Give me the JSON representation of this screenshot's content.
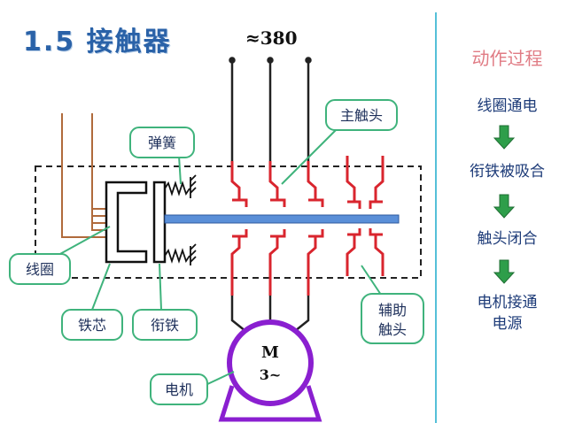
{
  "title": "1.5 接触器",
  "supply_label": "≈380",
  "motor": {
    "symbol": "M",
    "phase": "3~"
  },
  "labels": {
    "spring": "弹簧",
    "main_contact": "主触头",
    "coil": "线圈",
    "core": "铁芯",
    "armature": "衔铁",
    "aux_contact_line1": "辅助",
    "aux_contact_line2": "触头",
    "motor": "电机"
  },
  "process": {
    "title": "动作过程",
    "steps": [
      "线圈通电",
      "衔铁被吸合",
      "触头闭合",
      "电机接通",
      "电源"
    ]
  },
  "colors": {
    "title": "#2a62a8",
    "contact": "#d9252e",
    "coil_wire": "#b06a3b",
    "motor": "#8a1fd0",
    "bar": "#5a8fd8",
    "arrow": "#2e9e4a",
    "callout_border": "#3fb37c",
    "process_title": "#e07b84"
  }
}
